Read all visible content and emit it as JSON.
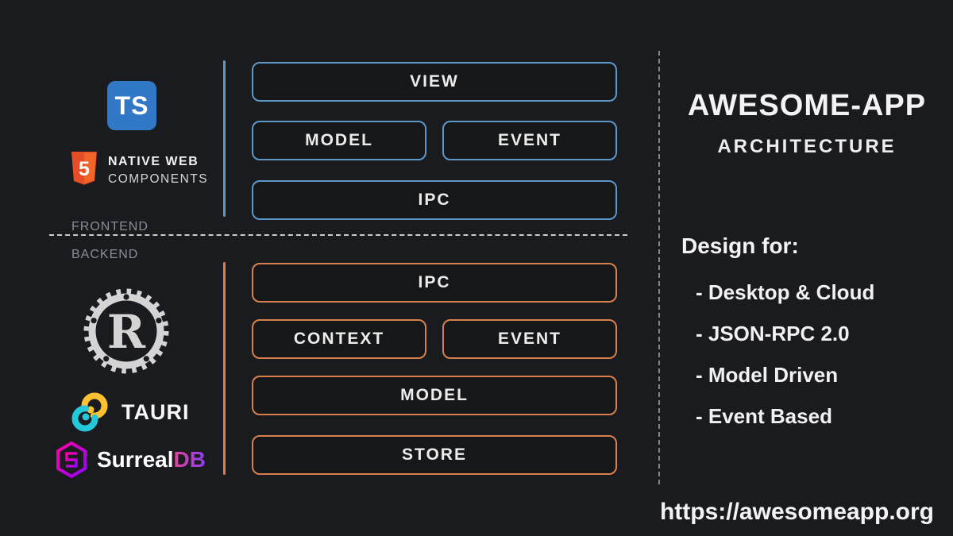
{
  "colors": {
    "background": "#1a1b1e",
    "frontend_accent": "#5e96c8",
    "backend_accent": "#d8804d",
    "typescript_blue": "#3178c6",
    "html5_orange": "#e44d26",
    "rust_gray": "#d4d4d4",
    "tauri_yellow": "#ffc131",
    "tauri_teal": "#24c8db",
    "surreal_pink": "#ff00a0",
    "surreal_purple": "#9600ff"
  },
  "frontend": {
    "section_label": "FRONTEND",
    "stack_logos": {
      "typescript_text": "TS",
      "native_web_line1": "NATIVE WEB",
      "native_web_line2": "COMPONENTS"
    },
    "rows": [
      [
        "VIEW"
      ],
      [
        "MODEL",
        "EVENT"
      ],
      [
        "IPC"
      ]
    ]
  },
  "backend": {
    "section_label": "BACKEND",
    "rows": [
      [
        "IPC"
      ],
      [
        "CONTEXT",
        "EVENT"
      ],
      [
        "MODEL"
      ],
      [
        "STORE"
      ]
    ],
    "stack_logos": {
      "rust_letter": "R",
      "tauri_label": "TAURI",
      "surreal_word": "Surreal",
      "surreal_db": "DB"
    }
  },
  "right_panel": {
    "title": "AWESOME-APP",
    "subtitle": "ARCHITECTURE",
    "design_heading": "Design for:",
    "design_items": [
      "- Desktop & Cloud",
      "- JSON-RPC 2.0",
      "- Model Driven",
      "- Event Based"
    ],
    "url": "https://awesomeapp.org"
  }
}
